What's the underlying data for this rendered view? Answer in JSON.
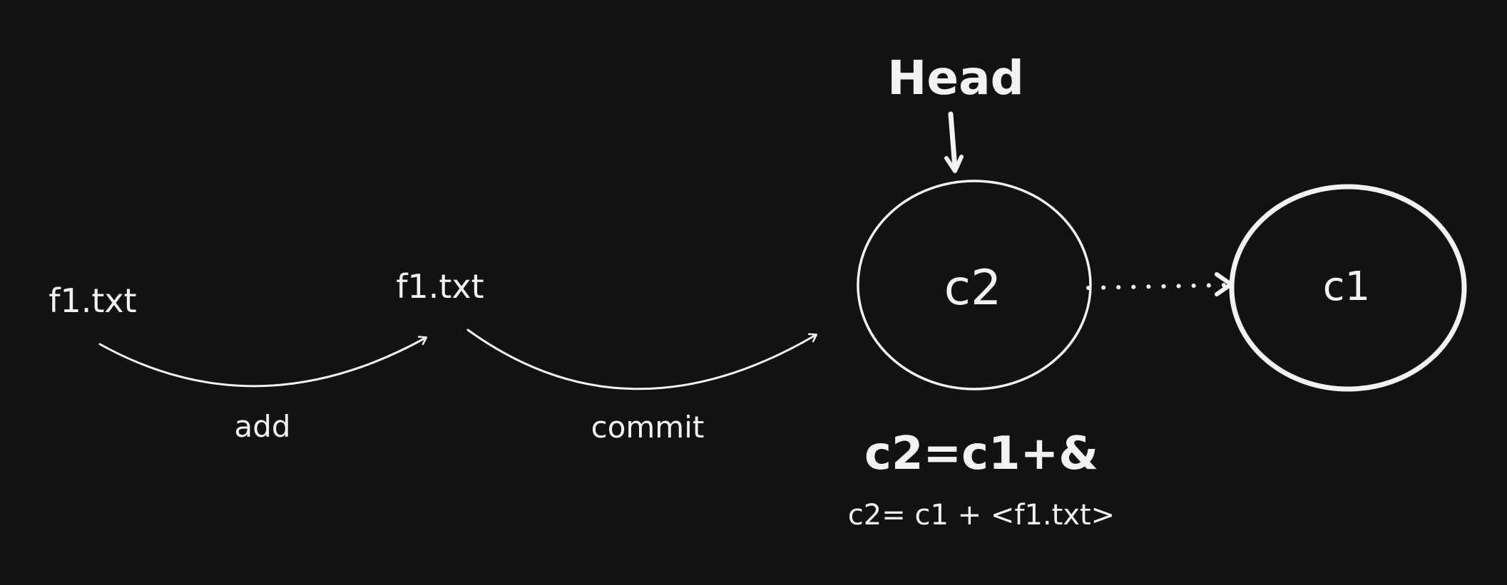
{
  "diagram": {
    "file_working": "f1.txt",
    "file_staged": "f1.txt",
    "edge_add_label": "add",
    "edge_commit_label": "commit",
    "head_label": "Head",
    "commit_new": "c2",
    "commit_old": "c1",
    "equation_main": "c2=c1+&",
    "equation_detail": "c2= c1 + <f1.txt>"
  },
  "colors": {
    "background": "#121212",
    "foreground": "#f2f2f2"
  }
}
